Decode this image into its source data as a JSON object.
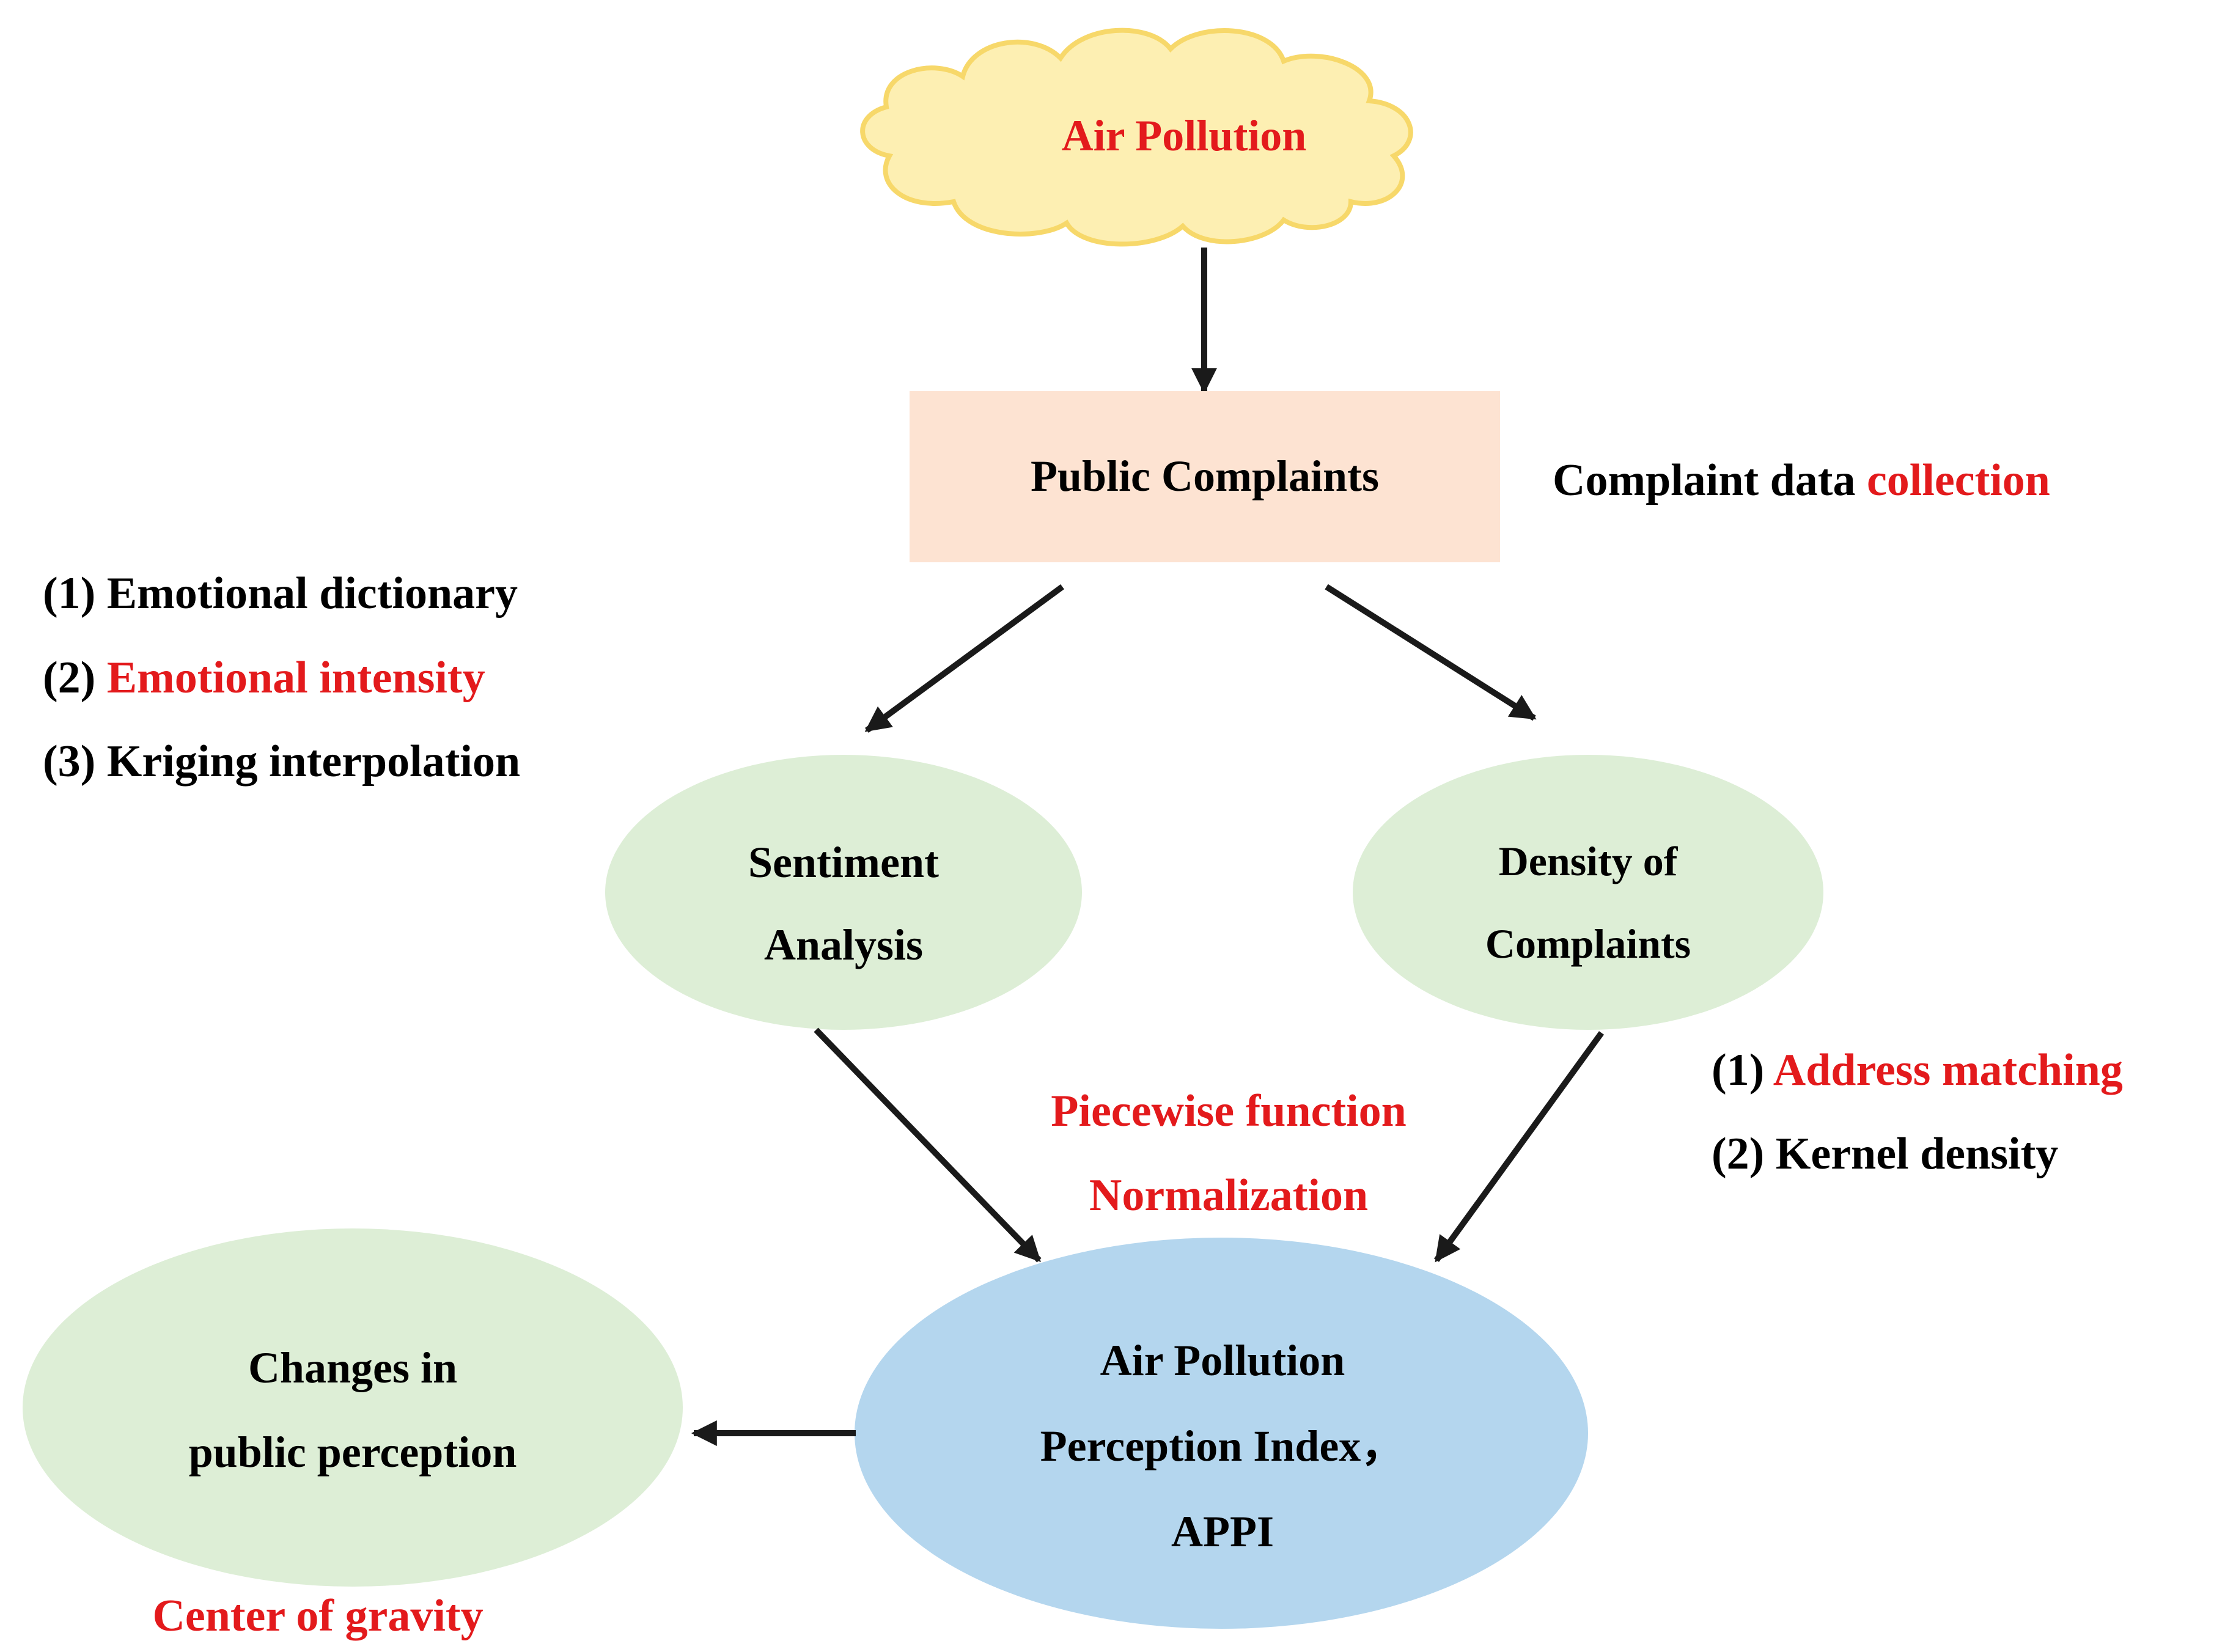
{
  "nodes": {
    "air_pollution": {
      "label": "Air Pollution",
      "fill": "#fdefb2",
      "stroke": "#f7d86a"
    },
    "public_complaints": {
      "label": "Public Complaints",
      "fill": "#fde3d2"
    },
    "sentiment": {
      "line1": "Sentiment",
      "line2": "Analysis",
      "fill": "#ddeed6"
    },
    "density": {
      "line1": "Density of",
      "line2": "Complaints",
      "fill": "#ddeed6"
    },
    "appi": {
      "line1": "Air Pollution",
      "line2": "Perception Index，",
      "line3": "APPI",
      "fill": "#b4d6ee"
    },
    "changes": {
      "line1": "Changes in",
      "line2": "public perception",
      "fill": "#ddeed6"
    }
  },
  "annotations": {
    "collection": {
      "prefix": "Complaint data ",
      "highlight": "collection"
    },
    "sentiment_methods": [
      {
        "num": "(1) ",
        "text": "Emotional dictionary",
        "highlight": false
      },
      {
        "num": "(2) ",
        "text": "Emotional intensity",
        "highlight": true
      },
      {
        "num": "(3) ",
        "text": "Kriging interpolation",
        "highlight": false
      }
    ],
    "density_methods": [
      {
        "num": "(1) ",
        "text": "Address matching",
        "highlight": true
      },
      {
        "num": "(2) ",
        "text": "Kernel density",
        "highlight": false
      }
    ],
    "appi_methods": {
      "line1": "Piecewise function",
      "line2": "Normalization"
    },
    "gravity": "Center of gravity"
  },
  "colors": {
    "text": "#000000",
    "highlight": "#e31a1c",
    "arrow": "#1a1a1a"
  }
}
